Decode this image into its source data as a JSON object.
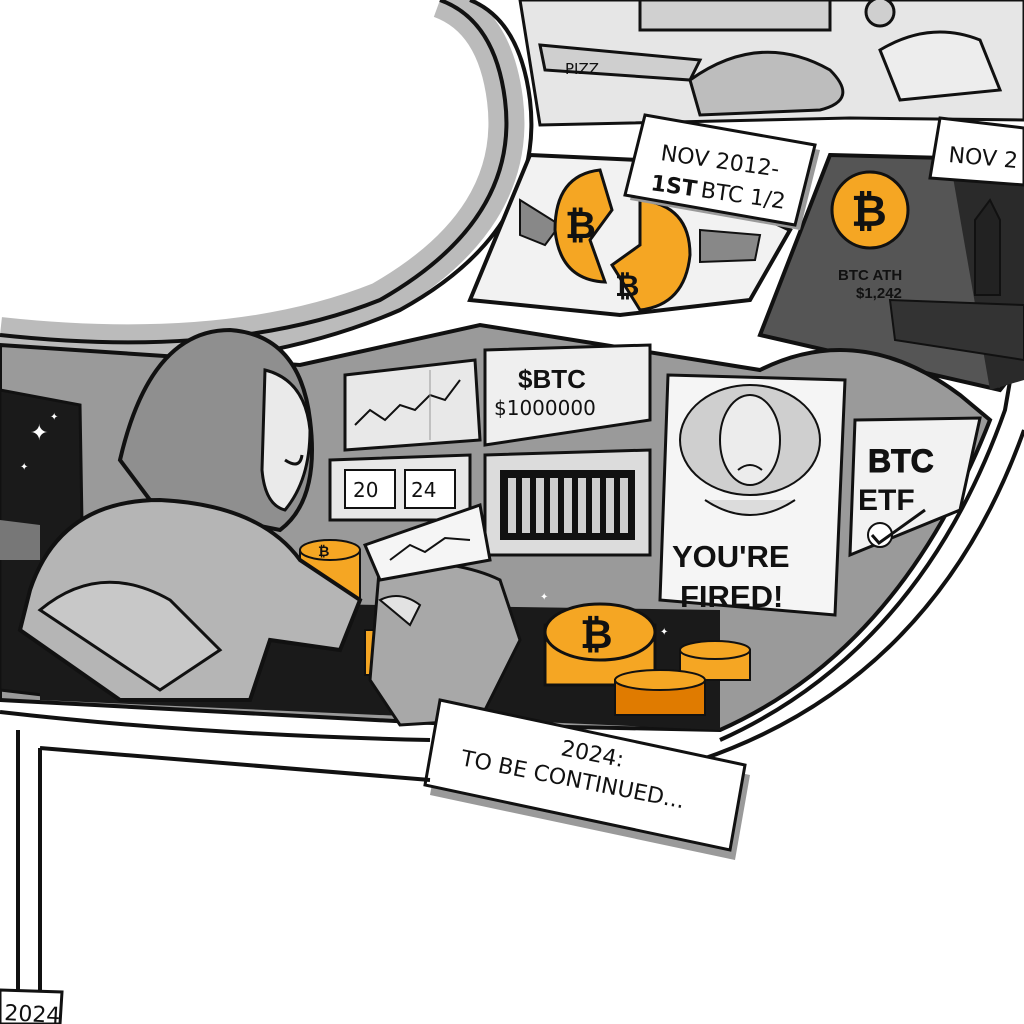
{
  "captions": {
    "nov2012_line1": "NOV 2012-",
    "nov2012_line2_bold": "1ST",
    "nov2012_line2_rest": "BTC 1/2",
    "nov2013_partial": "NOV 2",
    "to_be_continued_line1": "2024:",
    "to_be_continued_line2": "TO BE CONTINUED...",
    "corner_label": "2024"
  },
  "panels": {
    "ath_coin_label_1": "BTC ATH",
    "ath_coin_label_2": "$1,242",
    "pizza_box_label": "PIZZ"
  },
  "monitors": {
    "btc_price_line1": "$BTC",
    "btc_price_line2": "$1000000",
    "year_digits_1": "20",
    "year_digits_2": "24",
    "fired_line1": "YOU'RE",
    "fired_line2": "FIRED!",
    "etf_line1": "BTC",
    "etf_line2": "ETF"
  },
  "colors": {
    "coin_orange": "#F5A623",
    "coin_dark": "#E07B00",
    "ink": "#111111",
    "screen_grey": "#D9D9D9"
  }
}
